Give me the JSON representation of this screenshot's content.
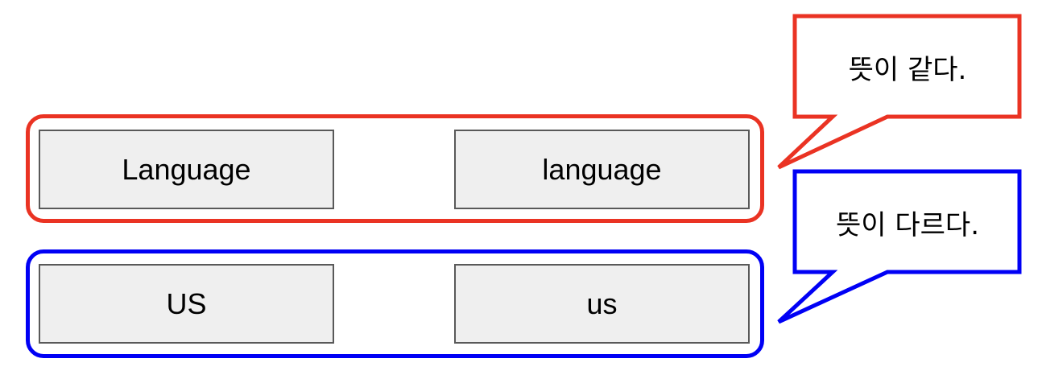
{
  "rows": [
    {
      "color": "#ea3323",
      "left_word": "Language",
      "right_word": "language",
      "callout": "뜻이 같다."
    },
    {
      "color": "#0000f5",
      "left_word": "US",
      "right_word": "us",
      "callout": "뜻이 다르다."
    }
  ]
}
